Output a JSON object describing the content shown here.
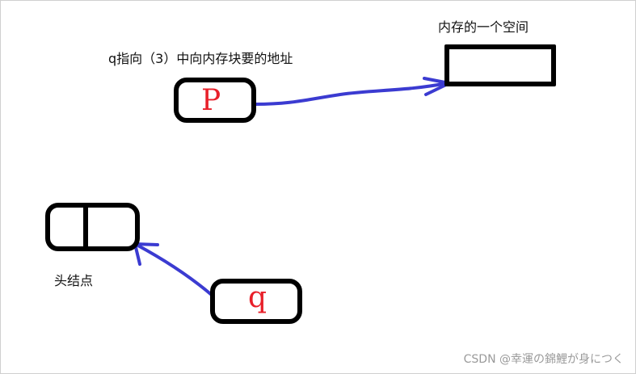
{
  "labels": {
    "memory_space": "内存的一个空间",
    "q_points_to": "q指向（3）中向内存块要的地址",
    "head_node": "头结点"
  },
  "nodes": {
    "p_letter": "P",
    "q_letter": "q"
  },
  "watermark": "CSDN @幸運の錦鯉が身につく",
  "colors": {
    "arrow": "#3b3bd1",
    "letters": "#e8202a",
    "outline": "#000000"
  }
}
